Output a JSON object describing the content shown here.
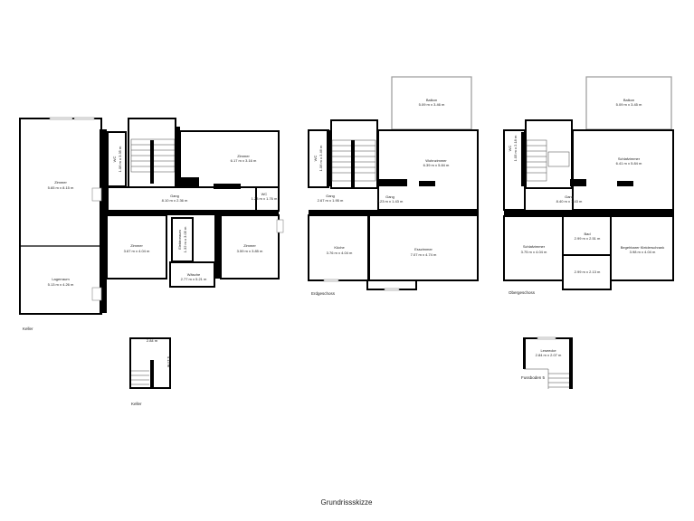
{
  "title": "Grundrissskizze",
  "floors": {
    "keller": {
      "label": "Keller",
      "rooms": [
        {
          "name": "Zimmer",
          "size": "5.65 m x 8.15 m"
        },
        {
          "name": "Lagerraum",
          "size": "5.13 m x 4.26 m"
        },
        {
          "name": "WC",
          "size": "1.06 m x 3.35 m"
        },
        {
          "name": "Zimmer",
          "size": "6.17 m x 3.16 m"
        },
        {
          "name": "Gang",
          "size": "8.10 m x 2.36 m"
        },
        {
          "name": "WC",
          "size": "1.23 m x 1.76 m"
        },
        {
          "name": "Zimmer",
          "size": "3.67 m x 4.04 m"
        },
        {
          "name": "Elektroraum",
          "size": "1.32 m x 3.05 m"
        },
        {
          "name": "Wäsche",
          "size": "2.77 m x 5.21 m"
        },
        {
          "name": "Zimmer",
          "size": "3.59 m x 3.85 m"
        }
      ]
    },
    "erdgeschoss": {
      "label": "Erdgeschoss",
      "rooms": [
        {
          "name": "Balkon",
          "size": "5.09 m x 3.46 m"
        },
        {
          "name": "WC",
          "size": "1.06 m x 3.46 m"
        },
        {
          "name": "Wohnzimmer",
          "size": "6.39 m x 5.84 m"
        },
        {
          "name": "Gang",
          "size": "2.67 m x 1.95 m"
        },
        {
          "name": "Gang",
          "size": "5.23 m x 1.43 m"
        },
        {
          "name": "Küche",
          "size": "3.76 m x 4.04 m"
        },
        {
          "name": "Esszimmer",
          "size": "7.07 m x 4.74 m"
        }
      ]
    },
    "obergeschoss": {
      "label": "Obergeschoss",
      "rooms": [
        {
          "name": "Balkon",
          "size": "5.09 m x 3.45 m"
        },
        {
          "name": "WC",
          "size": "1.05 m x 2.18 m"
        },
        {
          "name": "Schlafzimmer",
          "size": "6.41 m x 5.84 m"
        },
        {
          "name": "Gang",
          "size": "8.40 m x 1.43 m"
        },
        {
          "name": "Schlafzimmer",
          "size": "3.75 m x 4.04 m"
        },
        {
          "name": "Bad",
          "size": "2.99 m x 2.51 m"
        },
        {
          "name": "",
          "size": "2.99 m x 2.13 m"
        },
        {
          "name": "Begehbarer Kleiderschrank",
          "size": "3.98 m x 4.04 m"
        }
      ]
    },
    "keller_small": {
      "label": "Keller",
      "dim_width": "2.84 m",
      "dim_height": "4.13 m"
    },
    "fussboden": {
      "label": "Fussboden 5",
      "rooms": [
        {
          "name": "Leseecke",
          "size": "2.84 m x 2.07 m"
        }
      ]
    }
  }
}
